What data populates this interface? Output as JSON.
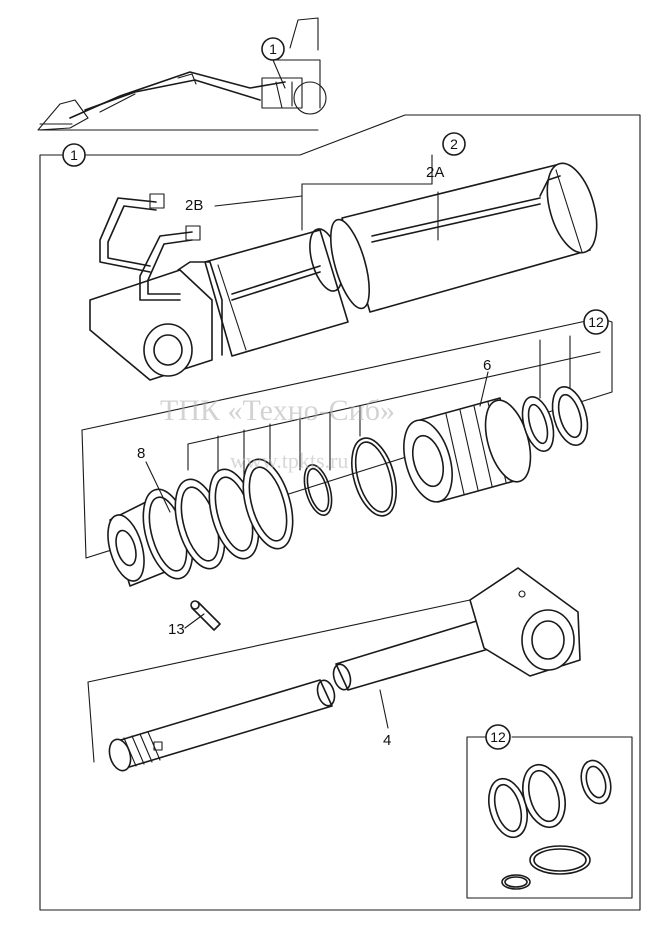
{
  "callouts": {
    "machine_ref": "1",
    "frame_ref": "1",
    "cylinder_assembly": "2",
    "barrel": "2A",
    "pipes": "2B",
    "seal_kit_main": "12",
    "seal_kit_inset": "12",
    "piston": "6",
    "piston_seals": "8",
    "rod": "4",
    "pin": "13"
  },
  "watermark": {
    "line1": "ТПК «Техно-Сиб»",
    "line2": "www.tpkts.ru"
  }
}
